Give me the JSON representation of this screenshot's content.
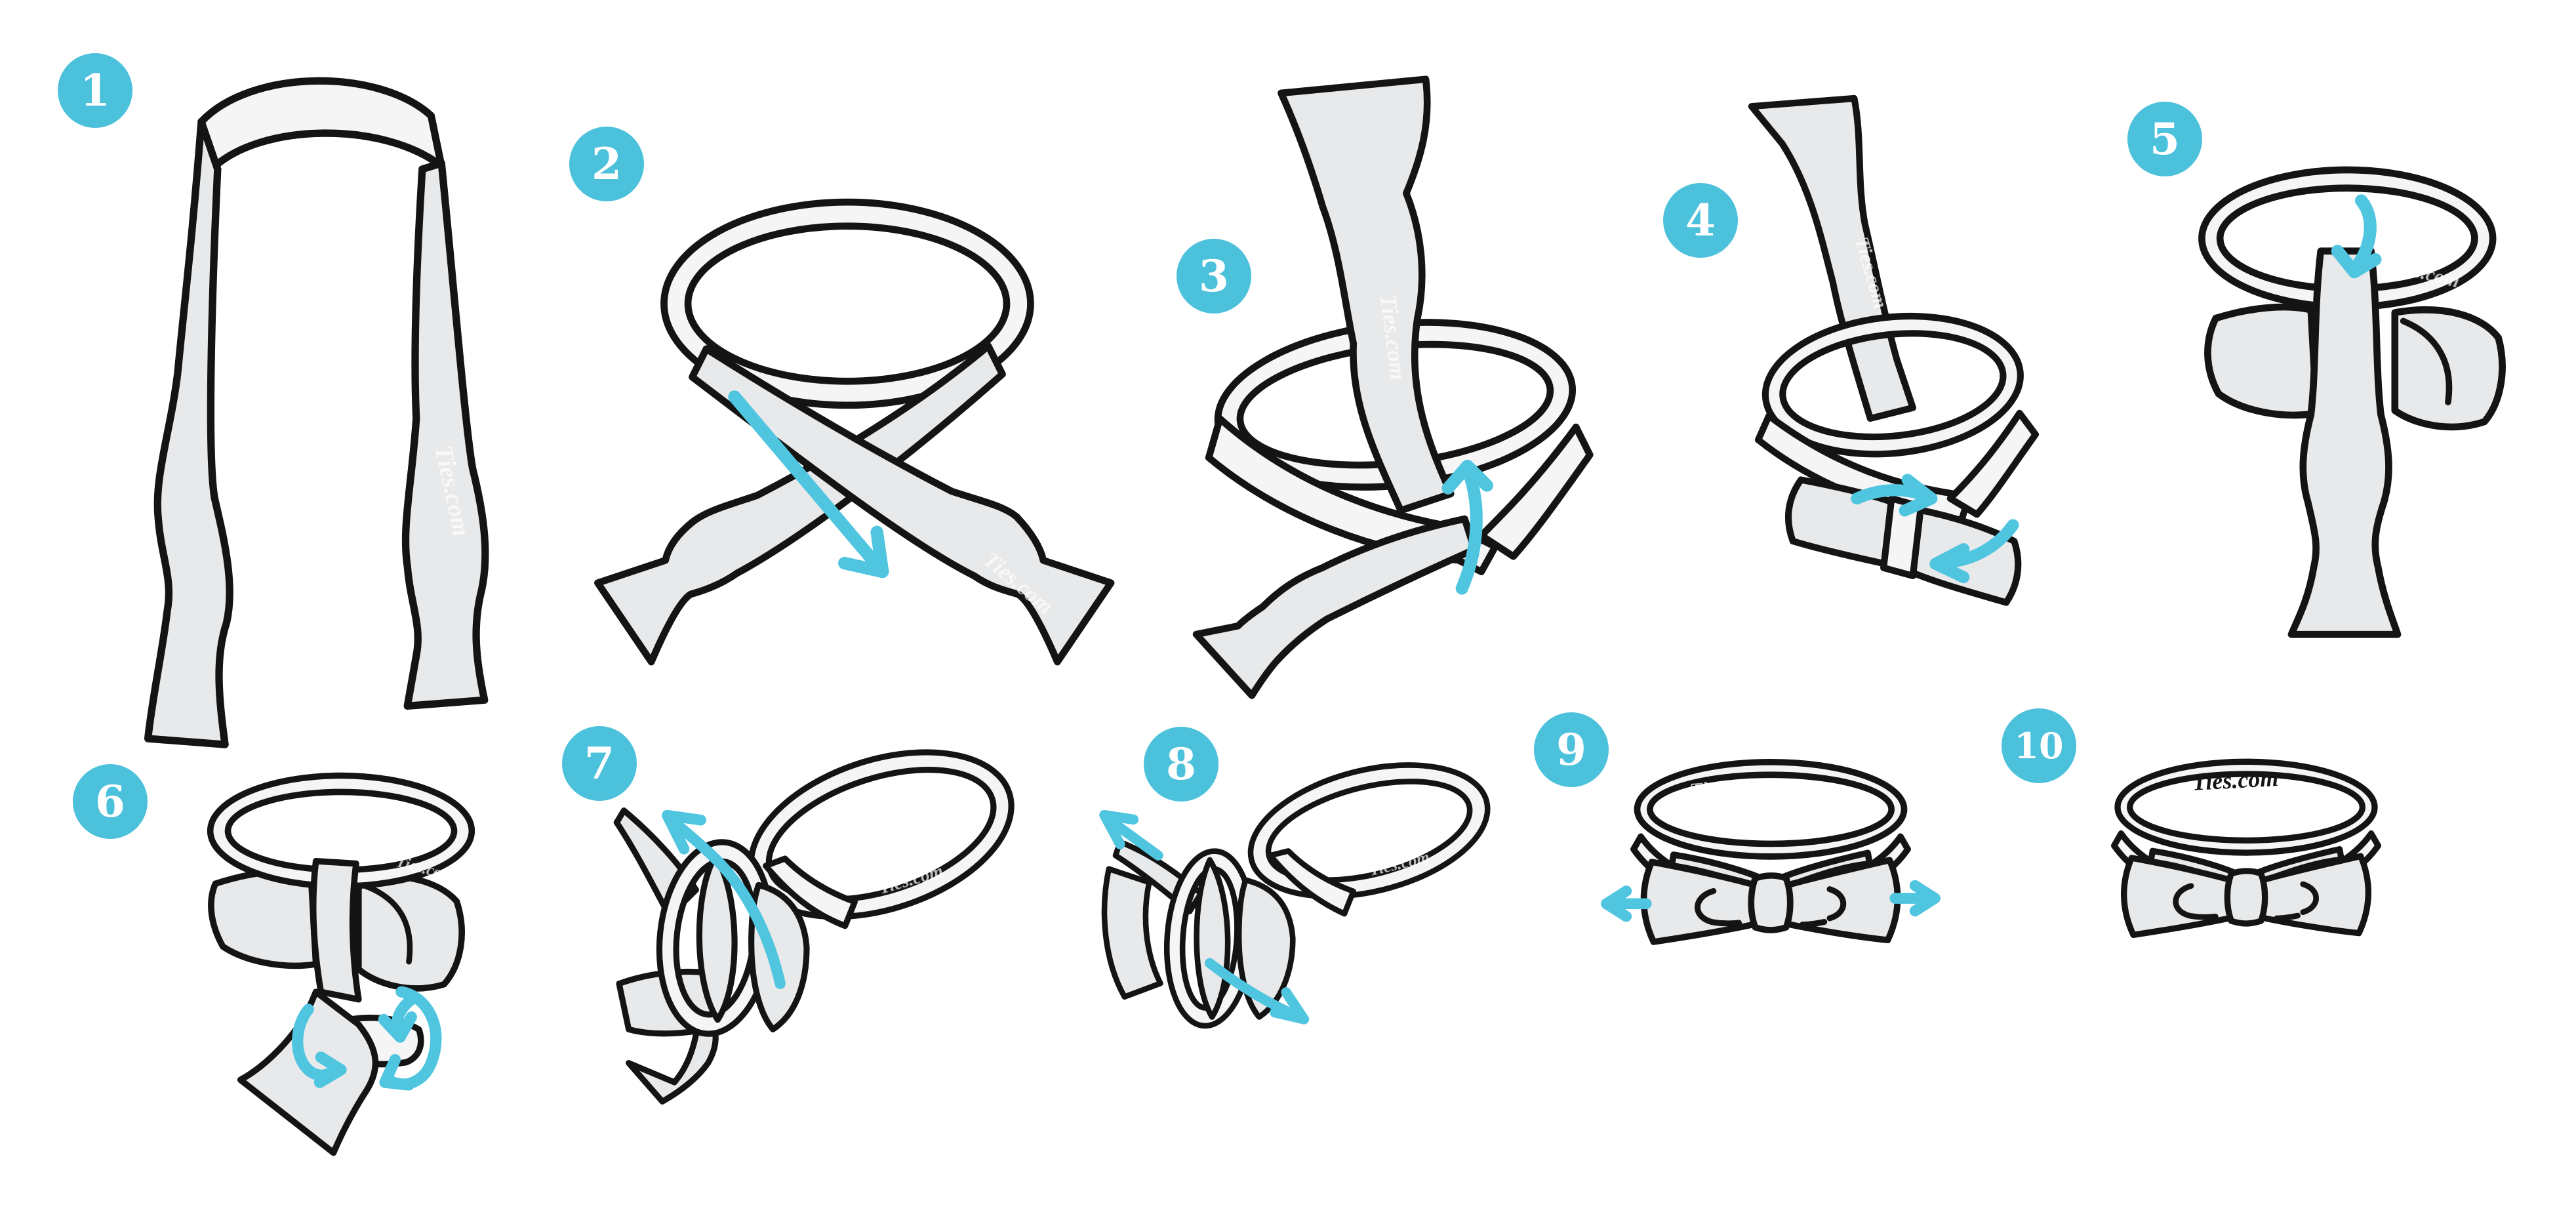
{
  "brand_watermark": "Ties.com",
  "colors": {
    "accent": "#4CC1DC",
    "arrow": "#4FC5E0",
    "outline": "#141414",
    "fabric": "#E8E9EA",
    "fabric_light": "#F5F5F6",
    "badge_text": "#FFFFFF",
    "watermark_light": "#FFFFFF",
    "watermark_dark": "#161616",
    "background": "#FFFFFF"
  },
  "steps": [
    {
      "label": "1",
      "illustration": "untied-bow-tie-draped-around-neck"
    },
    {
      "label": "2",
      "illustration": "ends-crossed-over"
    },
    {
      "label": "3",
      "illustration": "end-pulled-up-through-neck-loop"
    },
    {
      "label": "4",
      "illustration": "front-end-folded-into-bow-shape"
    },
    {
      "label": "5",
      "illustration": "top-end-dropped-over-bow"
    },
    {
      "label": "6",
      "illustration": "hanging-end-folded-back-behind-bow"
    },
    {
      "label": "7",
      "illustration": "folded-end-pushed-through-back-loop"
    },
    {
      "label": "8",
      "illustration": "knot-pulled-snug"
    },
    {
      "label": "9",
      "illustration": "bow-adjusted-by-pulling-ends"
    },
    {
      "label": "10",
      "illustration": "finished-bow-tie"
    }
  ]
}
